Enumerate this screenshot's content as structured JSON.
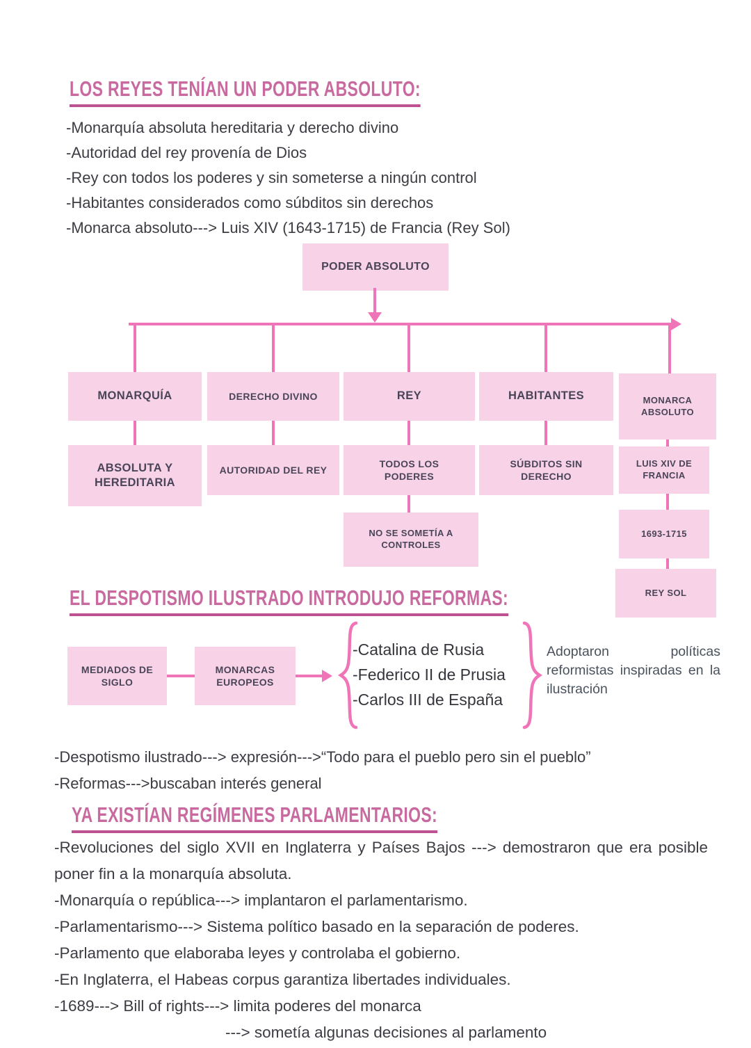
{
  "colors": {
    "heading_pink": "#c8699f",
    "underline_pink": "#bb5292",
    "line_pink": "#f074b8",
    "box_fill": "#f8d3e8",
    "box_text": "#4a4458",
    "body_text": "#3c3c44"
  },
  "section1": {
    "heading": "LOS REYES TENÍAN UN PODER ABSOLUTO:",
    "bullets": [
      "-Monarquía absoluta hereditaria y derecho divino",
      "-Autoridad del rey provenía de Dios",
      "-Rey con todos los poderes y sin someterse a ningún control",
      "-Habitantes considerados como súbditos sin derechos",
      "-Monarca absoluto---> Luis XIV (1643-1715) de Francia (Rey Sol)"
    ]
  },
  "flowchart": {
    "root": "PODER ABSOLUTO",
    "row1": [
      "MONARQUÍA",
      "DERECHO DIVINO",
      "REY",
      "HABITANTES",
      "MONARCA ABSOLUTO"
    ],
    "row2": [
      "ABSOLUTA Y HEREDITARIA",
      "AUTORIDAD DEL REY",
      "TODOS LOS PODERES",
      "SÚBDITOS SIN DERECHO",
      "LUIS XIV DE FRANCIA"
    ],
    "rey_extra": "NO SE SOMETÍA A CONTROLES",
    "luis_years": "1693-1715",
    "luis_title": "REY SOL"
  },
  "section2": {
    "heading": "EL DESPOTISMO ILUSTRADO INTRODUJO REFORMAS:",
    "flow_box1": "MEDIADOS DE SIGLO",
    "flow_box2": "MONARCAS EUROPEOS",
    "monarchs": [
      "-Catalina de Rusia",
      "-Federico II de Prusia",
      "-Carlos III de España"
    ],
    "note": "Adoptaron políticas reformistas inspiradas en la ilustración",
    "bullets": [
      "-Despotismo ilustrado---> expresión--->“Todo para el pueblo pero sin el pueblo”",
      "-Reformas--->buscaban interés general"
    ]
  },
  "section3": {
    "heading": "YA EXISTÍAN REGÍMENES PARLAMENTARIOS:",
    "para_justified": "-Revoluciones del siglo XVII en Inglaterra y Países Bajos ---> demostraron que era posible poner fin a la monarquía absoluta.",
    "bullets": [
      "-Monarquía o república---> implantaron el parlamentarismo.",
      "-Parlamentarismo---> Sistema político basado en la separación de poderes.",
      "-Parlamento que elaboraba leyes y controlaba el gobierno.",
      "-En Inglaterra, el Habeas corpus garantiza libertades individuales.",
      "-1689---> Bill of rights---> limita poderes del monarca"
    ],
    "continuation": "---> sometía algunas decisiones al parlamento"
  }
}
